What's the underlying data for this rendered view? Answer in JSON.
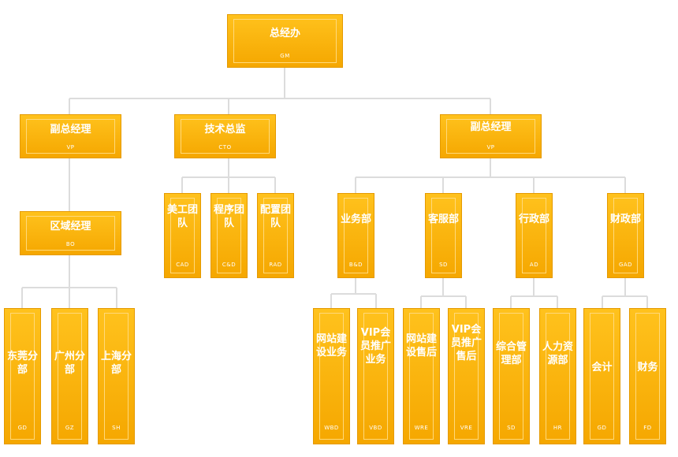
{
  "diagram": {
    "gm": {
      "name": "总经办",
      "code": "GM"
    },
    "vp_left": {
      "name": "副总经理",
      "code": "VP"
    },
    "cto": {
      "name": "技术总监",
      "code": "CTO"
    },
    "vp_right": {
      "name": "副总经理",
      "code": "VP"
    },
    "bo": {
      "name": "区域经理",
      "code": "BO"
    },
    "cad": {
      "name": "美工团队",
      "code": "CAD"
    },
    "cnd": {
      "name": "程序团队",
      "code": "C&D"
    },
    "rad": {
      "name": "配置团队",
      "code": "RAD"
    },
    "bnd": {
      "name": "业务部",
      "code": "B&D"
    },
    "sd": {
      "name": "客服部",
      "code": "SD"
    },
    "ad": {
      "name": "行政部",
      "code": "AD"
    },
    "gad": {
      "name": "财政部",
      "code": "GAD"
    },
    "gd_branch": {
      "name": "东莞分部",
      "code": "GD"
    },
    "gz": {
      "name": "广州分部",
      "code": "GZ"
    },
    "sh": {
      "name": "上海分部",
      "code": "SH"
    },
    "wbd": {
      "name": "网站建设业务",
      "code": "WBD"
    },
    "vbd": {
      "name": "VIP会员推广业务",
      "code": "VBD"
    },
    "wre": {
      "name": "网站建设售后",
      "code": "WRE"
    },
    "vre": {
      "name": "VIP会员推广售后",
      "code": "VRE"
    },
    "sd2": {
      "name": "综合管理部",
      "code": "SD"
    },
    "hr": {
      "name": "人力资源部",
      "code": "HR"
    },
    "gd_acct": {
      "name": "会计",
      "code": "GD"
    },
    "fd": {
      "name": "财务",
      "code": "FD"
    }
  },
  "colors": {
    "box": "#f5a700",
    "box_light": "#ffc21d",
    "connector": "#dcdcdc",
    "text": "#ffffff"
  }
}
